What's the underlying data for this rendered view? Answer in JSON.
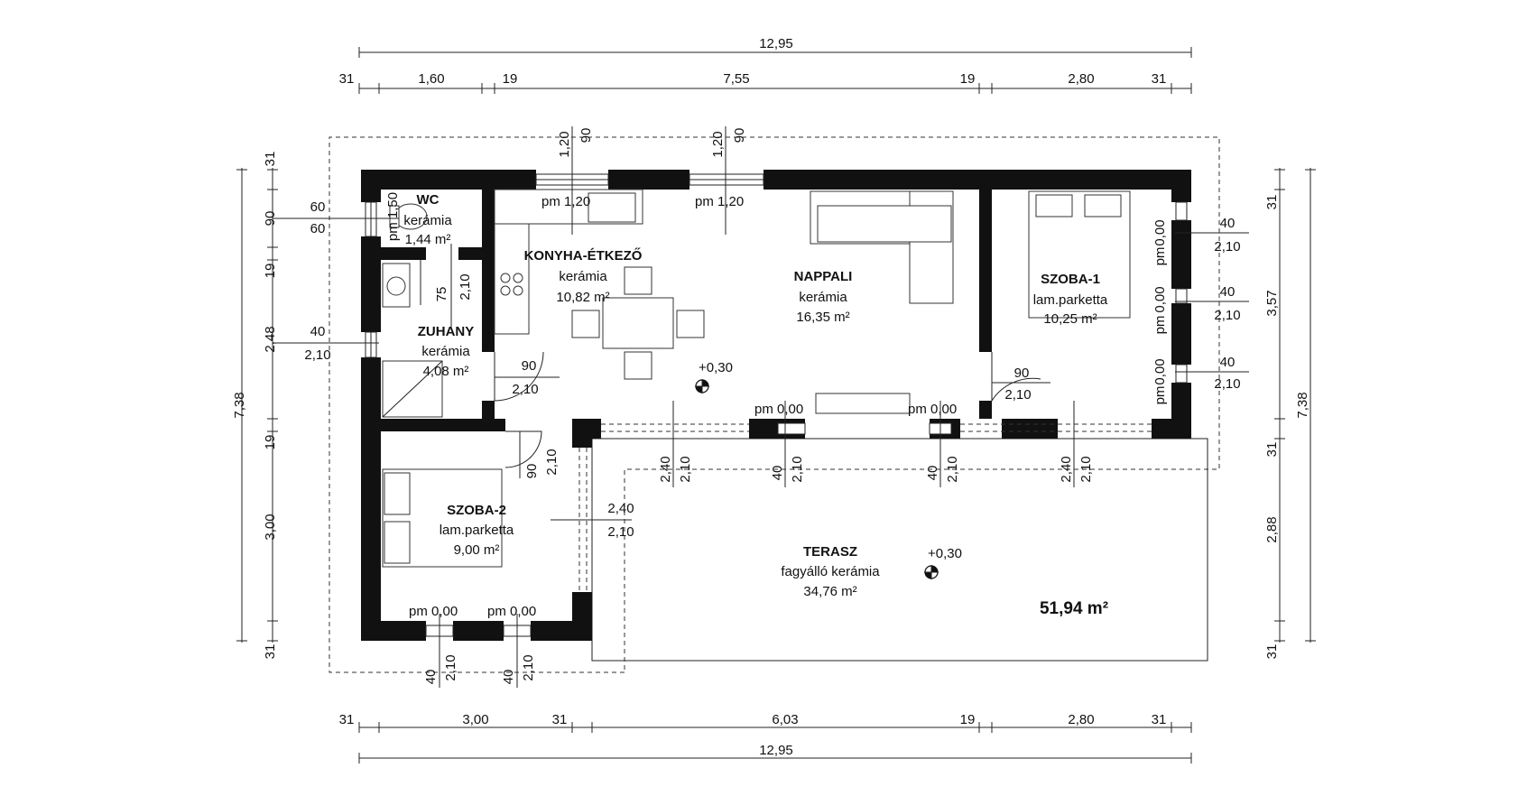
{
  "dimensions": {
    "top_total": "12,95",
    "top_row": [
      "31",
      "1,60",
      "19",
      "7,55",
      "19",
      "2,80",
      "31"
    ],
    "bottom_row": [
      "31",
      "3,00",
      "31",
      "6,03",
      "19",
      "2,80",
      "31"
    ],
    "bottom_total": "12,95",
    "left_row": [
      "31",
      "90",
      "19",
      "2,48",
      "19",
      "3,00",
      "31"
    ],
    "left_total": "7,38",
    "right_row": [
      "31",
      "3,57",
      "31",
      "2,88",
      "31"
    ],
    "right_total": "7,38"
  },
  "rooms": {
    "wc": {
      "name": "WC",
      "floor": "kerámia",
      "area": "1,44 m²"
    },
    "zuhany": {
      "name": "ZUHANY",
      "floor": "kerámia",
      "area": "4,08 m²"
    },
    "konyha": {
      "name": "KONYHA-ÉTKEZŐ",
      "floor": "kerámia",
      "area": "10,82 m²"
    },
    "nappali": {
      "name": "NAPPALI",
      "floor": "kerámia",
      "area": "16,35 m²"
    },
    "szoba1": {
      "name": "SZOBA-1",
      "floor": "lam.parketta",
      "area": "10,25 m²"
    },
    "szoba2": {
      "name": "SZOBA-2",
      "floor": "lam.parketta",
      "area": "9,00 m²"
    },
    "terasz": {
      "name": "TERASZ",
      "floor": "fagyálló kerámia",
      "area": "34,76 m²"
    }
  },
  "total_area": "51,94 m²",
  "levels": {
    "interior": "+0,30",
    "terrace": "+0,30"
  },
  "openings": {
    "window_w": "1,20",
    "window_h": "90",
    "pm_120": "pm 1,20",
    "pm_150": "pm 1,50",
    "pm_000": "pm 0,00",
    "pm_0": "0,00",
    "pm": "pm",
    "w60": "60",
    "w40": "40",
    "w90": "90",
    "w240": "2,40",
    "h210": "2,10",
    "h75": "75"
  }
}
